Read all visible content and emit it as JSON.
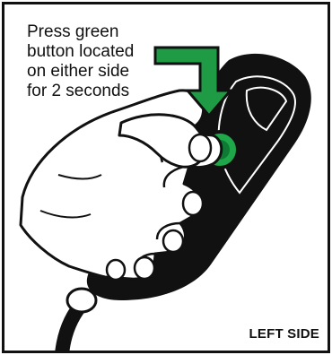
{
  "instruction": {
    "line1": "Press green",
    "line2": "button located",
    "line3": "on either side",
    "line4": "for 2 seconds"
  },
  "side_label": "LEFT SIDE",
  "colors": {
    "button": "#1fa84a",
    "arrow": "#1f9a45",
    "outline": "#111111",
    "skin": "#ffffff"
  },
  "icons": [
    "down-arrow-icon",
    "green-button-icon"
  ]
}
